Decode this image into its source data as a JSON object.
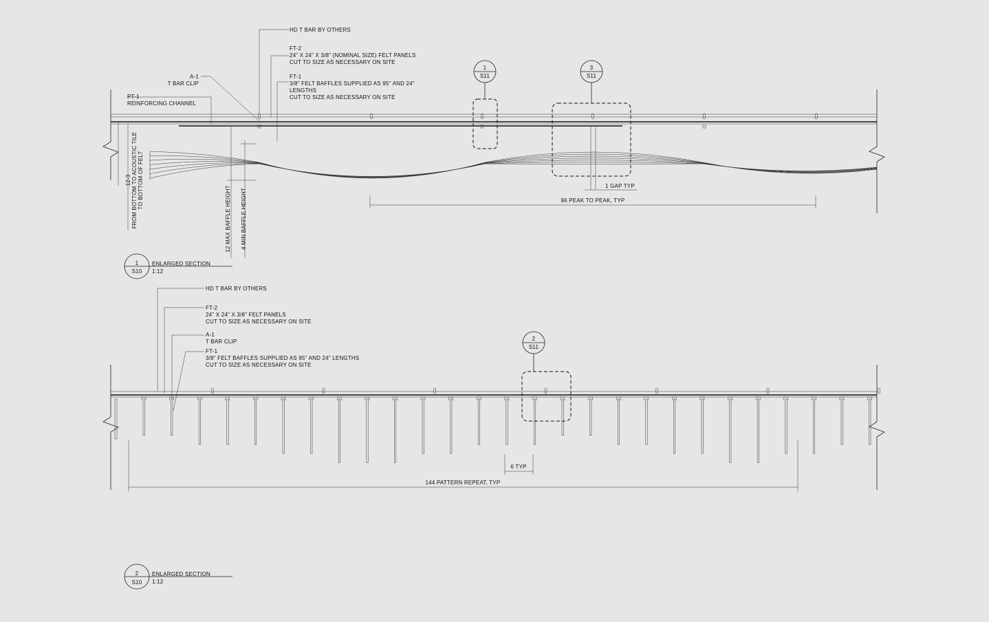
{
  "section1": {
    "notes": {
      "hd_tbar": "HD T BAR BY OTHERS",
      "ft2_code": "FT-2",
      "ft2_line1": "24\" X 24\" X 3/8\" (NOMINAL SIZE) FELT PANELS",
      "ft2_line2": "CUT TO SIZE AS NECESSARY ON SITE",
      "ft1_code": "FT-1",
      "ft1_line1": "3/8\" FELT BAFFLES SUPPLIED AS 95\" AND 24\"",
      "ft1_line2": "LENGTHS",
      "ft1_line3": "CUT TO SIZE AS NECESSARY ON SITE",
      "a1_code": "A-1",
      "a1_line1": "T BAR CLIP",
      "pt1_code": "PT-1",
      "pt1_line1": "REINFORCING CHANNEL"
    },
    "callouts": [
      {
        "num": "1",
        "sheet": "S11"
      },
      {
        "num": "3",
        "sheet": "S11"
      }
    ],
    "dims": {
      "height_value": "12-3",
      "height_line1": "FROM BOTTOM TO ACOUSTIC TILE",
      "height_line2": "TO BOTTOM OF FELT",
      "max_baffle": "12 MAX BAFFLE HEIGHT",
      "min_baffle": "4 MIN BAFFLE HEIGHT",
      "gap": "1 GAP TYP",
      "peak": "96 PEAK TO PEAK, TYP"
    },
    "title": {
      "num": "1",
      "sheet": "S10",
      "name": "ENLARGED SECTION",
      "scale": "1:12"
    }
  },
  "section2": {
    "notes": {
      "hd_tbar": "HD T BAR BY OTHERS",
      "ft2_code": "FT-2",
      "ft2_line1": "24\" X 24\" X 3/8\" FELT PANELS",
      "ft2_line2": "CUT TO SIZE AS NECESSARY ON SITE",
      "a1_code": "A-1",
      "a1_line1": "T BAR CLIP",
      "ft1_code": "FT-1",
      "ft1_line1": "3/8\" FELT BAFFLES SUPPLIED AS 95\" AND 24\" LENGTHS",
      "ft1_line2": "CUT TO SIZE AS NECESSARY ON SITE"
    },
    "callouts": [
      {
        "num": "2",
        "sheet": "S11"
      }
    ],
    "dims": {
      "typ": "6 TYP",
      "pattern": "144 PATTERN REPEAT, TYP"
    },
    "baffle_lengths": [
      4,
      4,
      5,
      5,
      5,
      6,
      6,
      7,
      7,
      7,
      6,
      6,
      5,
      5,
      5,
      4,
      4,
      5,
      5,
      6,
      6,
      7,
      7,
      6,
      6,
      5,
      5
    ],
    "title": {
      "num": "2",
      "sheet": "S10",
      "name": "ENLARGED SECTION",
      "scale": "1:12"
    }
  }
}
